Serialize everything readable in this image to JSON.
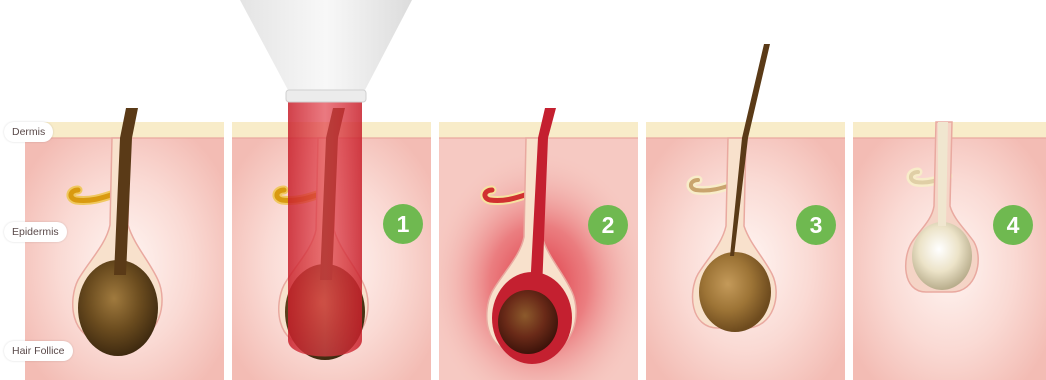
{
  "layers": {
    "dermis": "Dermis",
    "epidermis": "Epidermis",
    "hair_follicle": "Hair Follice"
  },
  "steps": [
    "1",
    "2",
    "3",
    "4"
  ],
  "colors": {
    "skin": "#f6c9c2",
    "surface": "#f8ecc9",
    "badge": "#6fb950",
    "laser": "#d4202a",
    "hair_dark": "#5a3a17",
    "hair_faded": "#f0e6cf"
  }
}
